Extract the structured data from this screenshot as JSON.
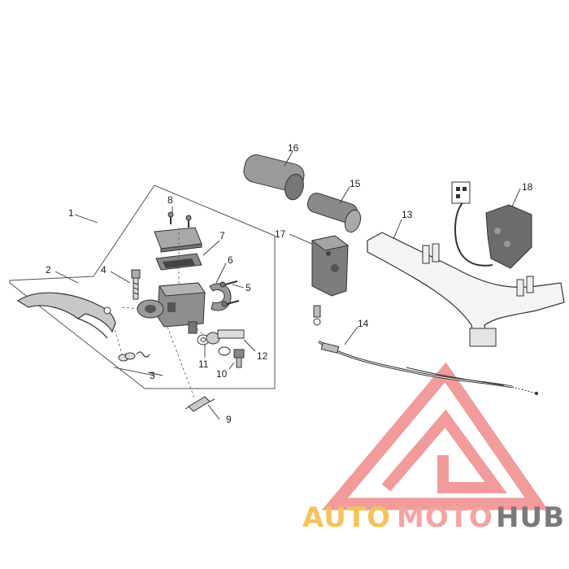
{
  "diagram": {
    "callouts": [
      "1",
      "2",
      "3",
      "4",
      "5",
      "6",
      "7",
      "8",
      "9",
      "10",
      "11",
      "12",
      "13",
      "14",
      "15",
      "16",
      "17",
      "18"
    ]
  },
  "watermark": {
    "word_part_1": "AUTO",
    "word_part_2": "MOTO",
    "word_part_3": "HUB",
    "color_part_1": "#f5c35a",
    "color_part_2": "#f4a3a3",
    "color_part_3": "#7a7a7a",
    "logo_color": "#f08080"
  }
}
